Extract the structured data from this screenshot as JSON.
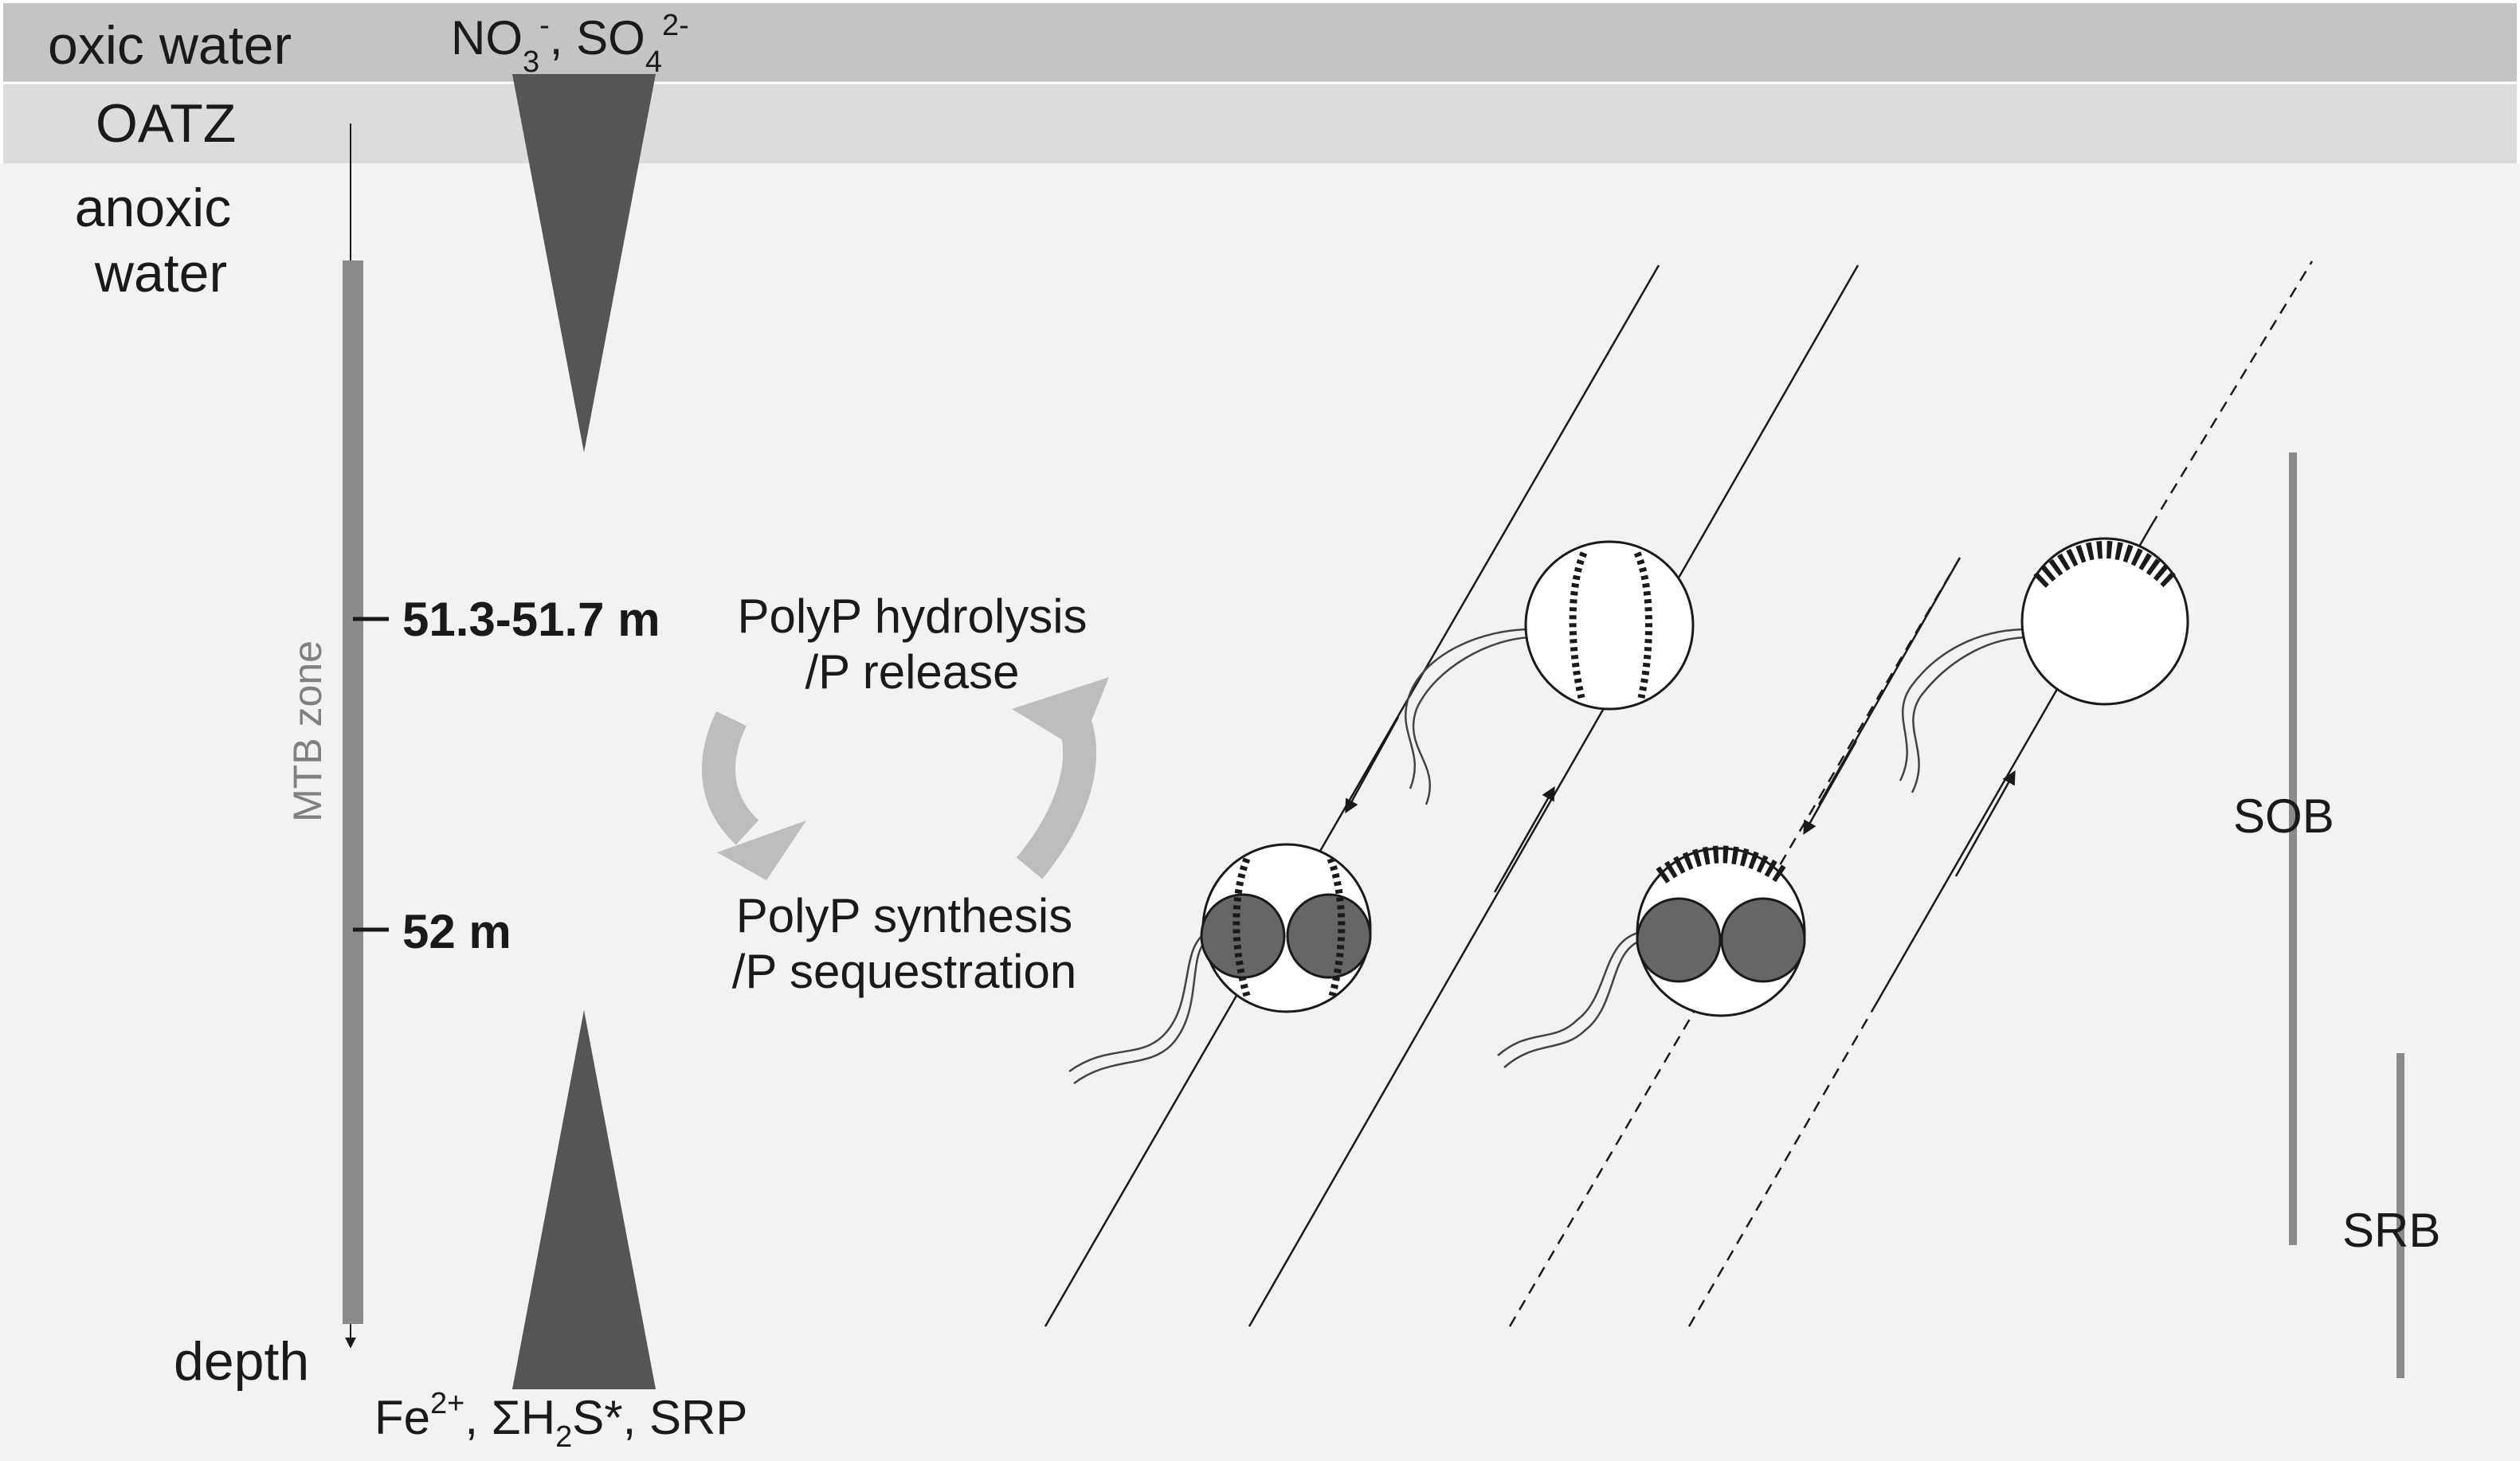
{
  "layers": {
    "oxic_water": "oxic water",
    "oatz": "OATZ",
    "anoxic_water_line1": "anoxic",
    "anoxic_water_line2": "water"
  },
  "axis": {
    "depth_label": "depth",
    "mtb_zone_label": "MTB zone",
    "depth_marks": [
      "51.3-51.7 m",
      "52 m"
    ]
  },
  "gradients": {
    "top": {
      "species_1": "NO",
      "species_1_sub": "3",
      "species_1_sup": "-",
      "separator": ", ",
      "species_2": "SO",
      "species_2_sub": "4",
      "species_2_sup": "2-"
    },
    "bottom": {
      "species_1": "Fe",
      "species_1_sup": "2+",
      "separator_1": ", ",
      "species_2_prefix": "ΣH",
      "species_2_sub": "2",
      "species_2_suffix": "S*",
      "separator_2": ", ",
      "species_3": "SRP"
    }
  },
  "cycle": {
    "hydrolysis_line1": "PolyP hydrolysis",
    "hydrolysis_line2": "/P release",
    "synthesis_line1": "PolyP synthesis",
    "synthesis_line2": "/P sequestration"
  },
  "bacteria_bars": {
    "sob": "SOB",
    "srb": "SRB"
  },
  "colors": {
    "oxic_band": "#c4c4c4",
    "oatz_band": "#dcdcdc",
    "anoxic_background": "#f2f2f2",
    "dark_shape": "#555555",
    "cycle_arrow": "#bdbdbd",
    "zone_bar": "#8a8a8a"
  }
}
